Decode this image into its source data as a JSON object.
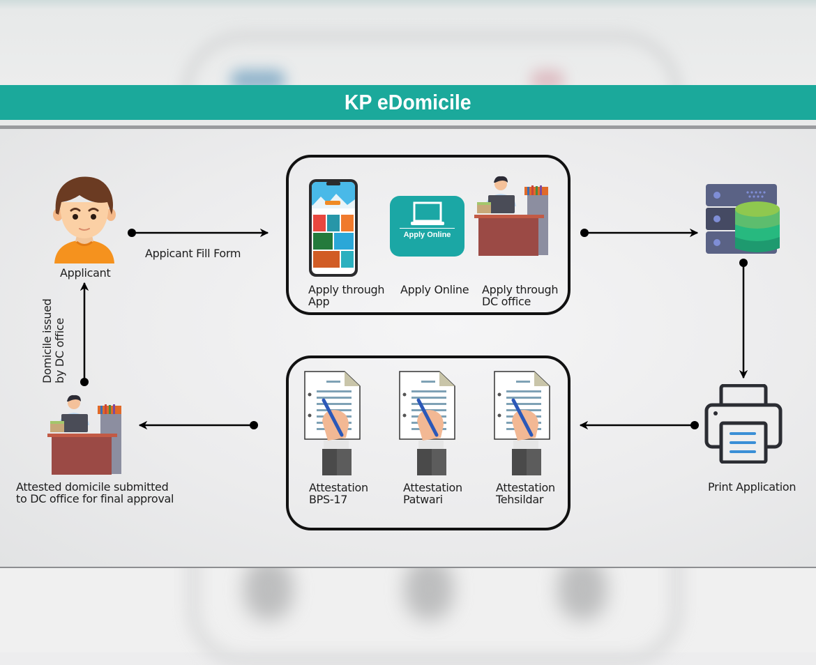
{
  "title": "KP eDomicile",
  "colors": {
    "title_bar": "#1ba99b",
    "apply_online_tile": "#1ba7a5",
    "desk": "#9b4a45",
    "server": "#5a6285",
    "database_green": "#3fba7a",
    "printer_lines": "#3a8fd6"
  },
  "nodes": {
    "applicant": {
      "label": "Applicant",
      "icon": "person-avatar-icon"
    },
    "apply_options": [
      {
        "label": "Apply through\nApp",
        "icon": "mobile-app-icon"
      },
      {
        "label": "Apply Online",
        "icon": "laptop-icon",
        "tile_text": "Apply Online"
      },
      {
        "label": "Apply through\nDC office",
        "icon": "office-desk-icon"
      }
    ],
    "server": {
      "icon": "server-database-icon"
    },
    "print": {
      "label": "Print Application",
      "icon": "printer-icon"
    },
    "attestations": [
      {
        "label": "Attestation\nBPS-17",
        "icon": "document-signing-icon"
      },
      {
        "label": "Attestation\nPatwari",
        "icon": "document-signing-icon"
      },
      {
        "label": "Attestation\nTehsildar",
        "icon": "document-signing-icon"
      }
    ],
    "dc_office": {
      "label": "Attested domicile submitted\nto DC office for final approval",
      "icon": "office-desk-icon"
    }
  },
  "edges": [
    {
      "from": "applicant",
      "to": "apply_options",
      "label": "Appicant Fill Form"
    },
    {
      "from": "apply_options",
      "to": "server",
      "label": ""
    },
    {
      "from": "server",
      "to": "print",
      "label": ""
    },
    {
      "from": "print",
      "to": "attestations",
      "label": ""
    },
    {
      "from": "attestations",
      "to": "dc_office",
      "label": ""
    },
    {
      "from": "dc_office",
      "to": "applicant",
      "label": "Domicile issued\nby DC office"
    }
  ]
}
